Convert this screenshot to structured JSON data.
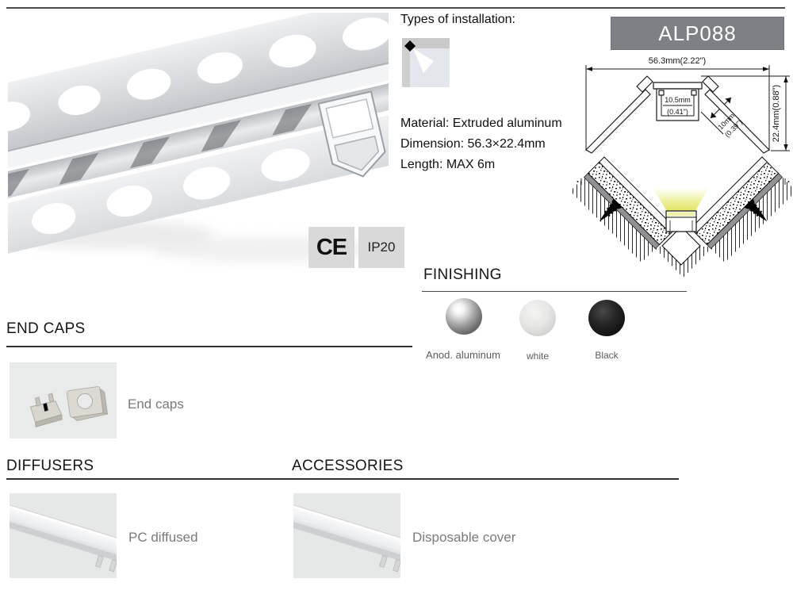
{
  "header": {
    "types_of_installation_label": "Types of installation:",
    "product_code": "ALP088"
  },
  "specs": {
    "material": "Material: Extruded aluminum",
    "dimension": "Dimension: 56.3×22.4mm",
    "length": "Length: MAX 6m"
  },
  "certifications": {
    "ce_label": "CE",
    "ip_label": "IP20"
  },
  "drawing": {
    "overall_width": "56.3mm(2.22\")",
    "overall_height": "22.4mm(0.88\")",
    "channel_width_mm": "10.5mm",
    "channel_width_in": "(0.41\")",
    "flange_width_mm": "10mm",
    "flange_width_in": "(0.39\")"
  },
  "finishing": {
    "title": "FINISHING",
    "options": [
      {
        "name": "Anod. aluminum",
        "swatch": "metallic"
      },
      {
        "name": "white",
        "swatch": "light"
      },
      {
        "name": "Black",
        "swatch": "dark"
      }
    ]
  },
  "end_caps": {
    "title": "END CAPS",
    "item_label": "End caps"
  },
  "diffusers": {
    "title": "DIFFUSERS",
    "item_label": "PC diffused"
  },
  "accessories": {
    "title": "ACCESSORIES",
    "item_label": "Disposable cover"
  },
  "colors": {
    "badge_bg": "#7d8186",
    "badge_text": "#ffffff",
    "beam_yellow": "#e3e45c",
    "label_gray": "#7a7a7a"
  }
}
